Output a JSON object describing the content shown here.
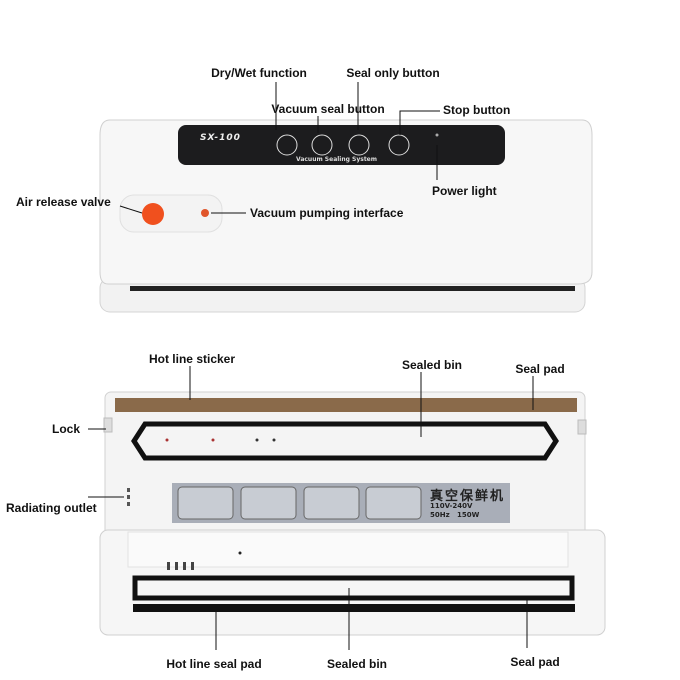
{
  "top_device": {
    "model": "SX-100",
    "panel_caption": "Vacuum Sealing System",
    "labels": {
      "dry_wet": "Dry/Wet function",
      "seal_only": "Seal only button",
      "vacuum_seal": "Vacuum  seal button",
      "stop": "Stop button",
      "power_light": "Power light",
      "air_release": "Air release valve",
      "vacuum_pumping": "Vacuum pumping interface"
    }
  },
  "bottom_device": {
    "sticker": {
      "title": "真空保鲜机",
      "voltage": "110V-240V",
      "power": "50Hz   150W"
    },
    "labels": {
      "hot_line_sticker": "Hot line sticker",
      "sealed_bin_top": "Sealed bin",
      "seal_pad_top": "Seal pad",
      "lock": "Lock",
      "radiating_outlet": "Radiating outlet",
      "hot_line_seal_pad": "Hot line seal pad",
      "sealed_bin_bottom": "Sealed bin",
      "seal_pad_bottom": "Seal pad"
    }
  },
  "colors": {
    "valve": "#f0501e",
    "panel": "#1c1c1e",
    "sticker": "#a9aeb8",
    "strip": "#8a6a4a"
  }
}
